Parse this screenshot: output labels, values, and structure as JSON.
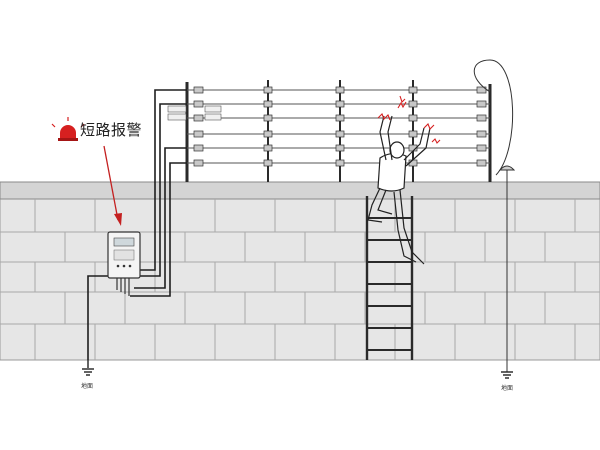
{
  "alarm": {
    "label": "短路报警",
    "icon": "alarm-siren-icon",
    "icon_color": "#d62020",
    "arrow_color": "#c42020"
  },
  "ground": {
    "left_label": "地面",
    "right_label": "地面"
  },
  "controller": {
    "icon": "fence-controller-box"
  },
  "colors": {
    "wall_fill": "#e6e6e6",
    "wall_lines": "#a8a8a8",
    "wall_cap": "#d2d2d2",
    "wire": "#1e1e1e",
    "spark": "#d62020"
  }
}
